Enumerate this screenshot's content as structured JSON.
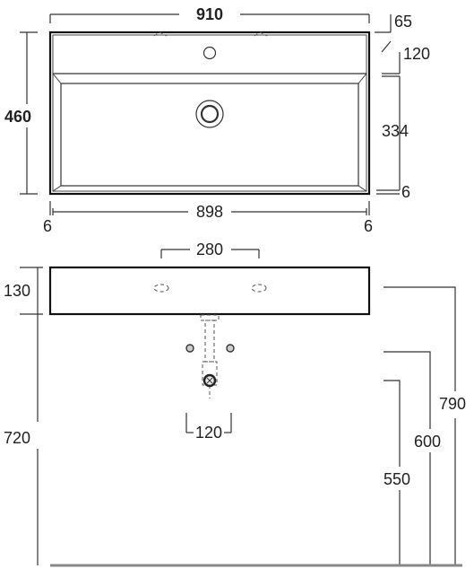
{
  "top_view": {
    "overall_width": "910",
    "overall_depth": "460",
    "deck_depth": "65",
    "rim_depth": "120",
    "bowl_depth": "334",
    "front_rim": "6",
    "left_side": "6",
    "bowl_width": "898",
    "right_side": "6"
  },
  "front_view": {
    "hole_spacing": "280",
    "basin_height": "130",
    "waste_spacing": "120",
    "floor_to_top": "720",
    "height_790": "790",
    "height_600": "600",
    "height_550": "550"
  }
}
